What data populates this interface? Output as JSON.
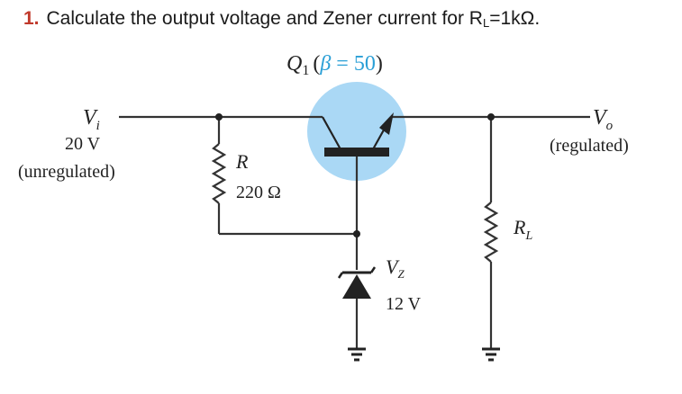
{
  "problem": {
    "number": "1.",
    "text_before": "Calculate the output voltage and Zener current for R",
    "sub": "L",
    "text_after": "=1kΩ."
  },
  "colors": {
    "problem_number": "#c0392b",
    "transistor_highlight": "#aad8f5",
    "beta_text": "#2a9fd6",
    "wire": "#333333"
  },
  "circuit": {
    "transistor": {
      "name": "Q",
      "name_sub": "1",
      "paren_open": "(",
      "beta_symbol": "β",
      "beta_eq": " = 50",
      "paren_close": ")"
    },
    "input": {
      "label": "V",
      "label_sub": "i",
      "value": "20 V",
      "note": "(unregulated)"
    },
    "output": {
      "label": "V",
      "label_sub": "o",
      "note": "(regulated)"
    },
    "resistor_r": {
      "label": "R",
      "value": "220 Ω"
    },
    "zener": {
      "label": "V",
      "label_sub": "Z",
      "value": "12 V"
    },
    "load": {
      "label": "R",
      "label_sub": "L"
    }
  }
}
